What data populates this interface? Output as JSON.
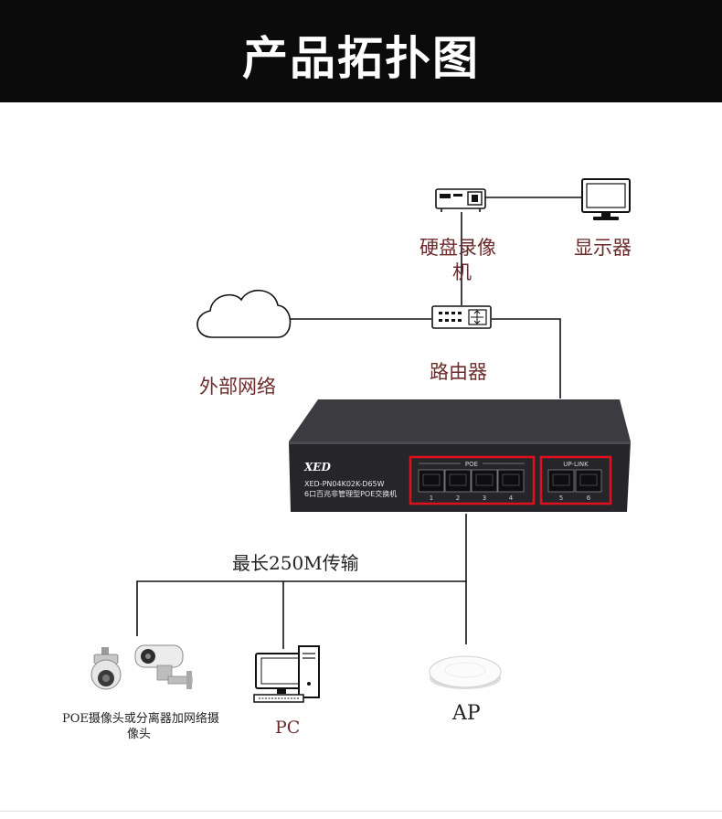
{
  "banner": {
    "title": "产品拓扑图"
  },
  "devices": {
    "nvr": {
      "label_line1": "硬盘录像",
      "label_line2": "机",
      "icon": "nvr-icon"
    },
    "monitor": {
      "label": "显示器",
      "icon": "monitor-icon"
    },
    "router": {
      "label": "路由器",
      "icon": "router-icon"
    },
    "internet": {
      "label": "外部网络",
      "icon": "cloud-icon"
    },
    "switch": {
      "brand": "XED",
      "model": "XED-PN04K02K-D65W",
      "desc": "6口百兆非管理型POE交换机",
      "poe_group_label": "POE",
      "uplink_group_label": "UP-LINK",
      "port_numbers": [
        "1",
        "2",
        "3",
        "4",
        "5",
        "6"
      ]
    },
    "camera": {
      "label_line1": "POE摄像头或分离器加网络摄",
      "label_line2": "像头",
      "icon": "ip-camera-icon"
    },
    "pc": {
      "label": "PC",
      "icon": "pc-icon"
    },
    "ap": {
      "label": "AP",
      "icon": "access-point-icon"
    }
  },
  "distance_note": "最长250M传输",
  "colors": {
    "banner_bg": "#0b0b0b",
    "label_brown": "#6b2b2b",
    "highlight_red": "#e0101e",
    "switch_body": "#2a2a2e"
  }
}
